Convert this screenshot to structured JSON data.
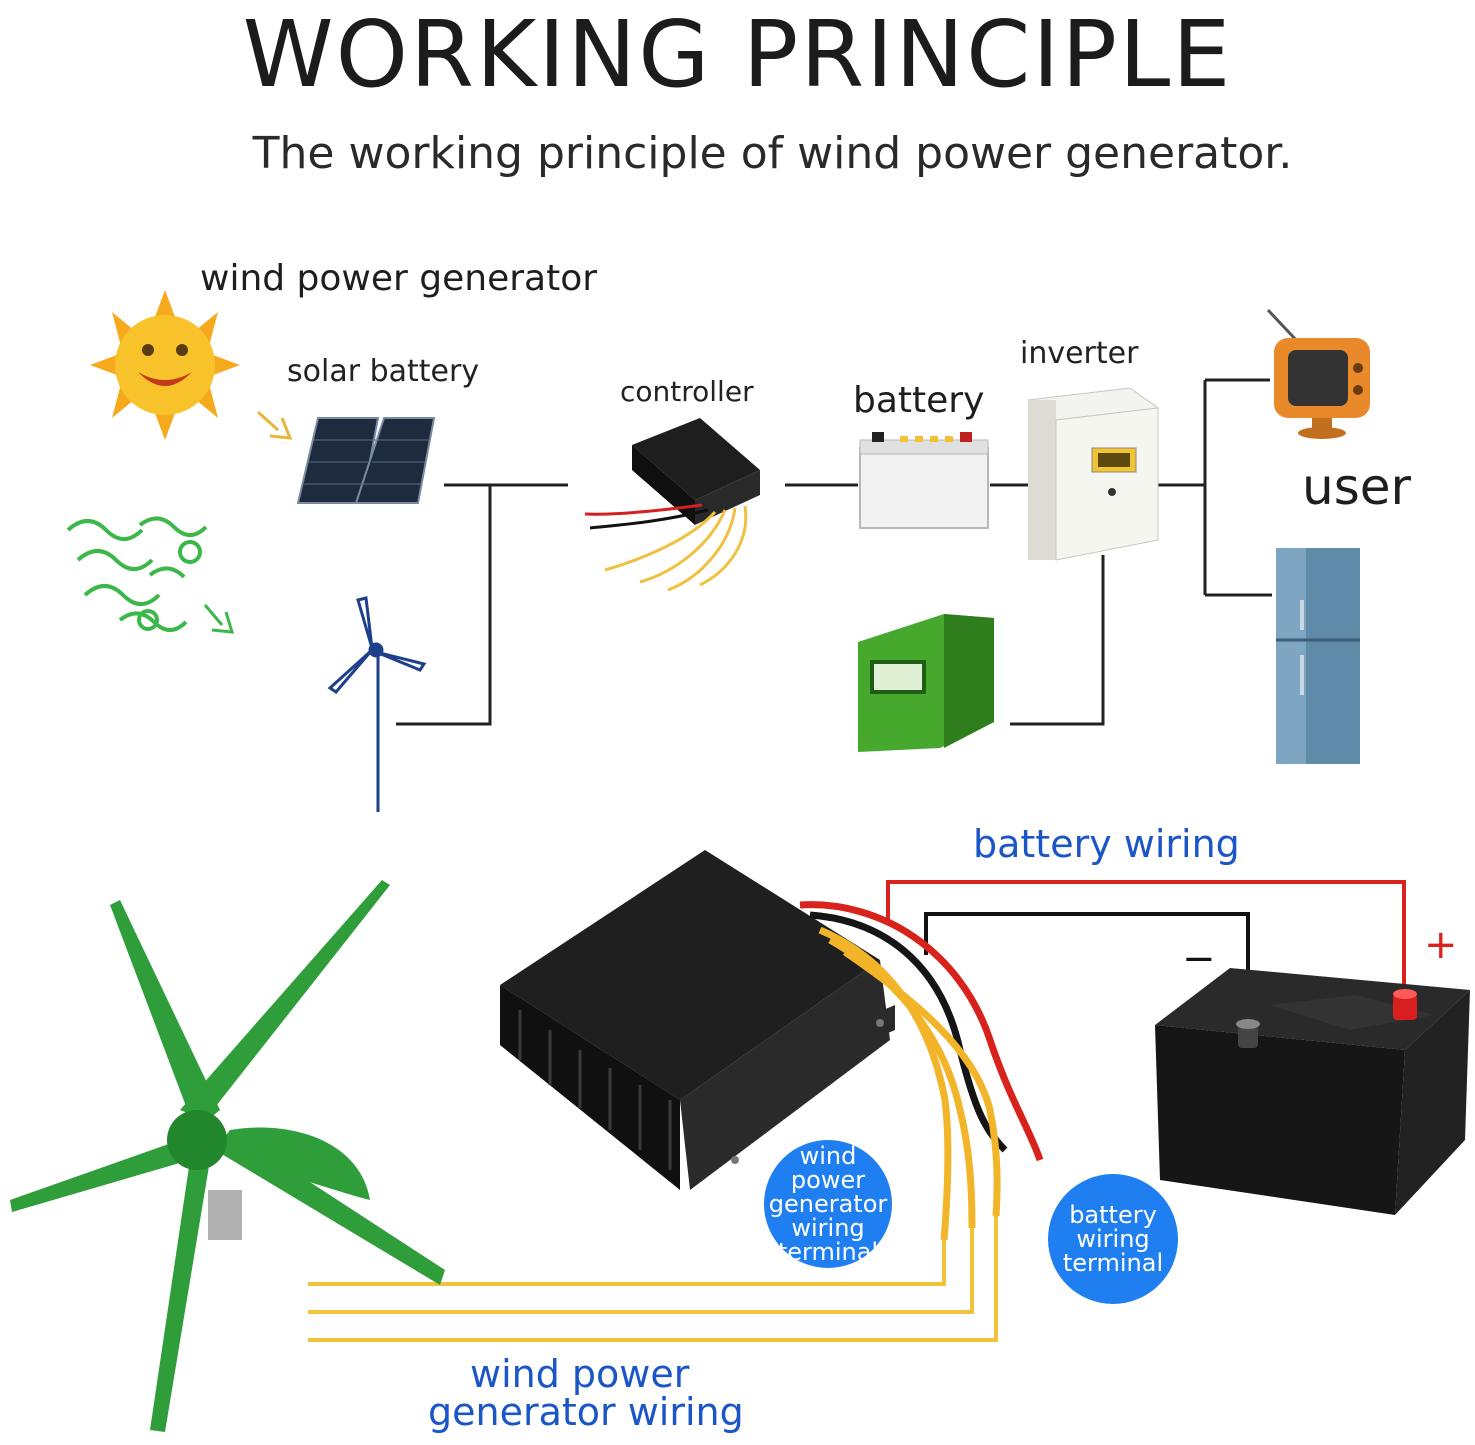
{
  "header": {
    "title": "WORKING PRINCIPLE",
    "subtitle": "The working principle of wind power generator."
  },
  "system_diagram": {
    "heading": "wind power generator",
    "solar_label": "solar battery",
    "controller_label": "controller",
    "battery_label": "battery",
    "inverter_label": "inverter",
    "user_label": "user"
  },
  "wiring_diagram": {
    "battery_wiring_label": "battery wiring",
    "minus_sign": "−",
    "plus_sign": "+",
    "wind_terminal_badge": [
      "wind",
      "power",
      "generator",
      "wiring",
      "terminal"
    ],
    "battery_terminal_badge": [
      "battery",
      "wiring",
      "terminal"
    ],
    "wind_wiring_label_line1": "wind power",
    "wind_wiring_label_line2": "generator wiring"
  },
  "colors": {
    "wire_red": "#d8221c",
    "wire_black": "#111111",
    "wire_yellow": "#f2c23a",
    "label_blue": "#1a56c8",
    "badge_blue": "#1f7ff0",
    "turbine_green": "#2e9d3a",
    "sun_yellow": "#f6b51d"
  }
}
